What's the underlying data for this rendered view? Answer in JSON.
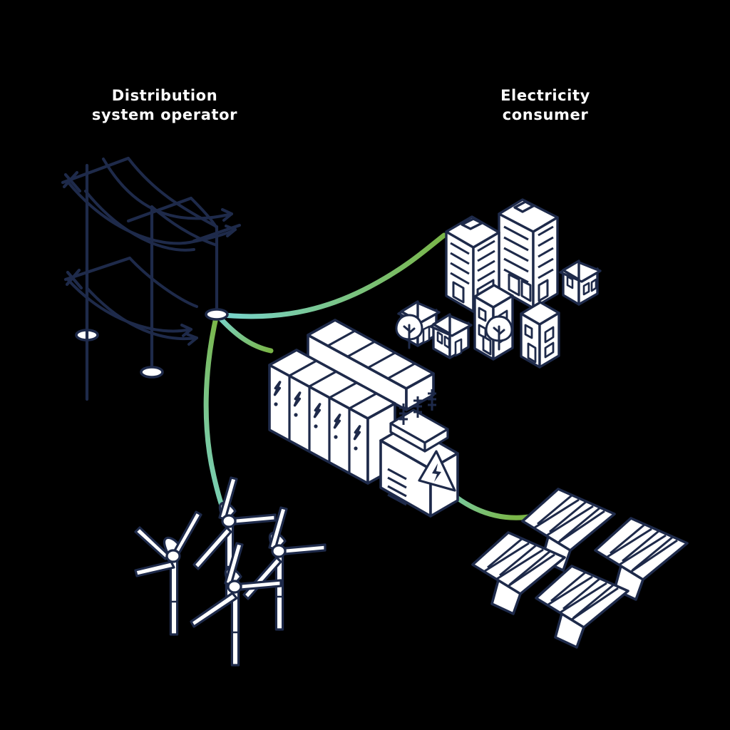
{
  "diagram": {
    "title_visible": false,
    "background_color": "#000000",
    "stroke_color": "#1E2A4A",
    "fill_color": "#FFFFFF",
    "label_color": "#FFFFFF",
    "flow_gradient": {
      "from": "#79D5D2",
      "to": "#7AB648"
    }
  },
  "labels": {
    "dso": "Distribution\nsystem operator",
    "consumer": "Electricity\nconsumer"
  },
  "nodes": [
    {
      "id": "grid",
      "name": "distribution-grid-towers",
      "label": "Distribution system operator"
    },
    {
      "id": "consumer",
      "name": "city-buildings",
      "label": "Electricity consumer"
    },
    {
      "id": "storage",
      "name": "battery-energy-storage",
      "label": "Battery storage containers"
    },
    {
      "id": "transformer",
      "name": "transformer-unit",
      "label": "Transformer"
    },
    {
      "id": "wind",
      "name": "wind-turbines",
      "label": "Wind turbines"
    },
    {
      "id": "solar",
      "name": "solar-panel-array",
      "label": "Solar panels"
    }
  ],
  "flows": [
    {
      "id": "f1",
      "from": "grid",
      "to": "consumer",
      "name": "grid-to-consumer-flow"
    },
    {
      "id": "f2",
      "from": "grid",
      "to": "storage",
      "name": "grid-to-storage-flow"
    },
    {
      "id": "f3",
      "from": "grid",
      "to": "wind",
      "name": "grid-to-wind-flow"
    },
    {
      "id": "f4",
      "from": "transformer",
      "to": "solar",
      "name": "transformer-to-solar-flow"
    }
  ],
  "counts": {
    "transmission_towers": 3,
    "battery_cabinets_front": 5,
    "battery_cabinets_back": 5,
    "wind_turbines": 4,
    "solar_arrays": 4,
    "solar_cells_per_array": 16,
    "tall_towers": 2,
    "mid_rise_buildings": 2,
    "houses": 3,
    "trees": 2
  },
  "icons": {
    "battery_bolt": "lightning-bolt-icon",
    "hazard": "high-voltage-warning-icon"
  }
}
